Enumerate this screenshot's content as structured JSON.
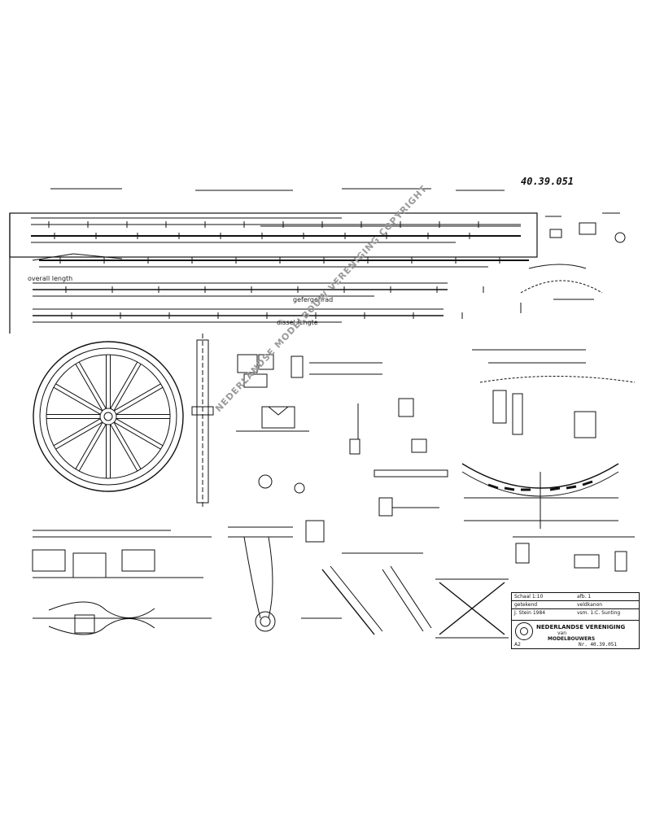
{
  "drawing_number": "40.39.051",
  "watermark": "NEDERLANDSE MODELBOUW VERENIGING COPYRIGHT",
  "labels": {
    "length_top": "overall length",
    "length_mid": "gefergenrad",
    "length_bottom": "dissel lengte"
  },
  "title_block": {
    "row1_left": "Schaal 1:10",
    "row1_right": "afb. 1",
    "row2_left": "getekend",
    "row2_right": "veldkanon",
    "row3_left": "J. Stein 1984",
    "row4_right": "vsm. 1:C. Sunting",
    "org_line1": "NEDERLANDSE VERENIGING",
    "org_line2": "van",
    "org_line3": "MODELBOUWERS",
    "size": "A2",
    "sheet_number": "Nr. 40.39.051"
  },
  "colors": {
    "ink": "#111111",
    "paper": "#ffffff",
    "watermark": "#9a9a9a"
  }
}
